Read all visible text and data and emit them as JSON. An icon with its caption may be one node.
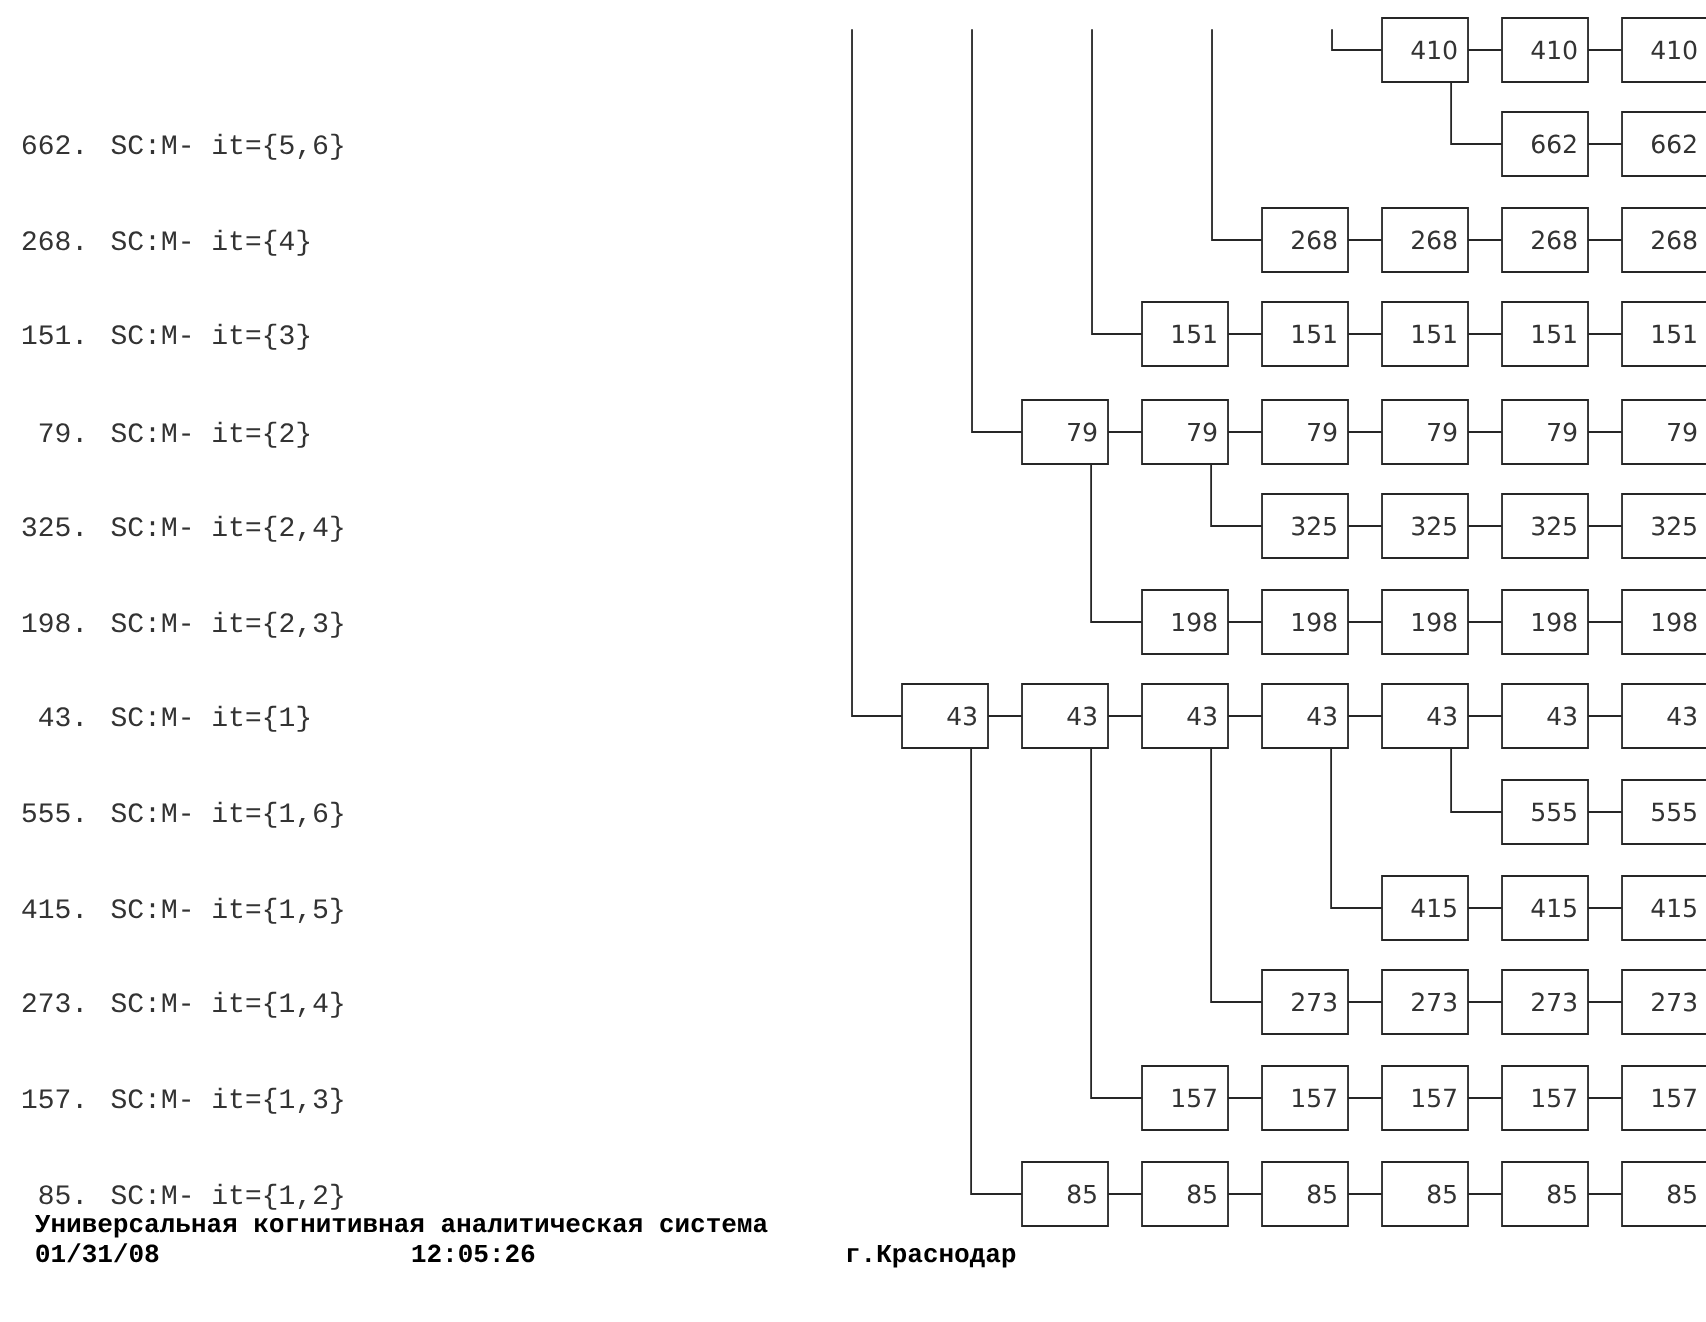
{
  "diagram": {
    "nodes": [
      {
        "text": [
          "410"
        ]
      },
      {
        "text": [
          "410"
        ]
      },
      {
        "text": [
          "410"
        ]
      },
      {
        "text": [
          "662"
        ]
      },
      {
        "text": [
          "662"
        ]
      },
      {
        "text": [
          "268"
        ]
      },
      {
        "text": [
          "268"
        ]
      },
      {
        "text": [
          "268"
        ]
      },
      {
        "text": [
          "268"
        ]
      },
      {
        "text": [
          "151"
        ]
      },
      {
        "text": [
          "151"
        ]
      },
      {
        "text": [
          "151"
        ]
      },
      {
        "text": [
          "151"
        ]
      },
      {
        "text": [
          "151"
        ]
      },
      {
        "text": [
          "79"
        ]
      },
      {
        "text": [
          "79"
        ]
      },
      {
        "text": [
          "79"
        ]
      },
      {
        "text": [
          "79"
        ]
      },
      {
        "text": [
          "79"
        ]
      },
      {
        "text": [
          "79"
        ]
      },
      {
        "text": [
          "325"
        ]
      },
      {
        "text": [
          "325"
        ]
      },
      {
        "text": [
          "325"
        ]
      },
      {
        "text": [
          "325"
        ]
      },
      {
        "text": [
          "198"
        ]
      },
      {
        "text": [
          "198"
        ]
      },
      {
        "text": [
          "198"
        ]
      },
      {
        "text": [
          "198"
        ]
      },
      {
        "text": [
          "198"
        ]
      },
      {
        "text": [
          "43"
        ]
      },
      {
        "text": [
          "43"
        ]
      },
      {
        "text": [
          "43"
        ]
      },
      {
        "text": [
          "43"
        ]
      },
      {
        "text": [
          "43"
        ]
      },
      {
        "text": [
          "43"
        ]
      },
      {
        "text": [
          "43"
        ]
      },
      {
        "text": [
          "555"
        ]
      },
      {
        "text": [
          "555"
        ]
      },
      {
        "text": [
          "415"
        ]
      },
      {
        "text": [
          "415"
        ]
      },
      {
        "text": [
          "415"
        ]
      },
      {
        "text": [
          "273"
        ]
      },
      {
        "text": [
          "273"
        ]
      },
      {
        "text": [
          "273"
        ]
      },
      {
        "text": [
          "273"
        ]
      },
      {
        "text": [
          "157"
        ]
      },
      {
        "text": [
          "157"
        ]
      },
      {
        "text": [
          "157"
        ]
      },
      {
        "text": [
          "157"
        ]
      },
      {
        "text": [
          "157"
        ]
      },
      {
        "text": [
          "85"
        ]
      },
      {
        "text": [
          "85"
        ]
      },
      {
        "text": [
          "85"
        ]
      },
      {
        "text": [
          "85"
        ]
      },
      {
        "text": [
          "85"
        ]
      },
      {
        "text": [
          "85"
        ]
      }
    ],
    "edges": [
      {
        "from": 0,
        "to": 1,
        "arrow": "none"
      },
      {
        "from": 1,
        "to": 2,
        "arrow": "none"
      },
      {
        "from": 3,
        "to": 4,
        "arrow": "none"
      },
      {
        "from": 5,
        "to": 6,
        "arrow": "none"
      },
      {
        "from": 6,
        "to": 7,
        "arrow": "none"
      },
      {
        "from": 7,
        "to": 8,
        "arrow": "none"
      },
      {
        "from": 9,
        "to": 10,
        "arrow": "none"
      },
      {
        "from": 10,
        "to": 11,
        "arrow": "none"
      },
      {
        "from": 11,
        "to": 12,
        "arrow": "none"
      },
      {
        "from": 12,
        "to": 13,
        "arrow": "none"
      },
      {
        "from": 14,
        "to": 15,
        "arrow": "none"
      },
      {
        "from": 15,
        "to": 16,
        "arrow": "none"
      },
      {
        "from": 16,
        "to": 17,
        "arrow": "none"
      },
      {
        "from": 17,
        "to": 18,
        "arrow": "none"
      },
      {
        "from": 18,
        "to": 19,
        "arrow": "none"
      },
      {
        "from": 20,
        "to": 21,
        "arrow": "none"
      },
      {
        "from": 21,
        "to": 22,
        "arrow": "none"
      },
      {
        "from": 22,
        "to": 23,
        "arrow": "none"
      },
      {
        "from": 24,
        "to": 25,
        "arrow": "none"
      },
      {
        "from": 25,
        "to": 26,
        "arrow": "none"
      },
      {
        "from": 26,
        "to": 27,
        "arrow": "none"
      },
      {
        "from": 27,
        "to": 28,
        "arrow": "none"
      },
      {
        "from": 29,
        "to": 30,
        "arrow": "none"
      },
      {
        "from": 30,
        "to": 31,
        "arrow": "none"
      },
      {
        "from": 31,
        "to": 32,
        "arrow": "none"
      },
      {
        "from": 32,
        "to": 33,
        "arrow": "none"
      },
      {
        "from": 33,
        "to": 34,
        "arrow": "none"
      },
      {
        "from": 34,
        "to": 35,
        "arrow": "none"
      },
      {
        "from": 36,
        "to": 37,
        "arrow": "none"
      },
      {
        "from": 38,
        "to": 39,
        "arrow": "none"
      },
      {
        "from": 39,
        "to": 40,
        "arrow": "none"
      },
      {
        "from": 41,
        "to": 42,
        "arrow": "none"
      },
      {
        "from": 42,
        "to": 43,
        "arrow": "none"
      },
      {
        "from": 43,
        "to": 44,
        "arrow": "none"
      },
      {
        "from": 45,
        "to": 46,
        "arrow": "none"
      },
      {
        "from": 46,
        "to": 47,
        "arrow": "none"
      },
      {
        "from": 47,
        "to": 48,
        "arrow": "none"
      },
      {
        "from": 48,
        "to": 49,
        "arrow": "none"
      },
      {
        "from": 50,
        "to": 51,
        "arrow": "none"
      },
      {
        "from": 51,
        "to": 52,
        "arrow": "none"
      },
      {
        "from": 52,
        "to": 53,
        "arrow": "none"
      },
      {
        "from": 53,
        "to": 54,
        "arrow": "none"
      },
      {
        "from": 54,
        "to": 55,
        "arrow": "none"
      },
      {
        "from": 0,
        "to": 3,
        "arrow": "none"
      },
      {
        "from": 14,
        "to": 24,
        "arrow": "none"
      },
      {
        "from": 15,
        "to": 20,
        "arrow": "none"
      },
      {
        "from": 29,
        "to": 50,
        "arrow": "none"
      },
      {
        "from": 30,
        "to": 45,
        "arrow": "none"
      },
      {
        "from": 31,
        "to": 41,
        "arrow": "none"
      },
      {
        "from": 32,
        "to": 38,
        "arrow": "none"
      },
      {
        "from": 33,
        "to": 36,
        "arrow": "none"
      },
      {
        "from": null,
        "to": 29,
        "arrow": "none"
      },
      {
        "from": null,
        "to": 14,
        "arrow": "none"
      },
      {
        "from": null,
        "to": 9,
        "arrow": "none"
      },
      {
        "from": null,
        "to": 5,
        "arrow": "none"
      },
      {
        "from": null,
        "to": 0,
        "arrow": "none"
      }
    ],
    "labels": [
      "662. SC:M- it={5,6}",
      "268. SC:M- it={4}",
      "151. SC:M- it={3}",
      "79. SC:M- it={2}",
      "325. SC:M- it={2,4}",
      "198. SC:M- it={2,3}",
      "43. SC:M- it={1}",
      "555. SC:M- it={1,6}",
      "415. SC:M- it={1,5}",
      "273. SC:M- it={1,4}",
      "157. SC:M- it={1,3}",
      "85. SC:M- it={1,2}",
      "Универсальная когнитивная аналитическая система",
      "01/31/08",
      "12:05:26",
      "г.Краснодар"
    ]
  }
}
